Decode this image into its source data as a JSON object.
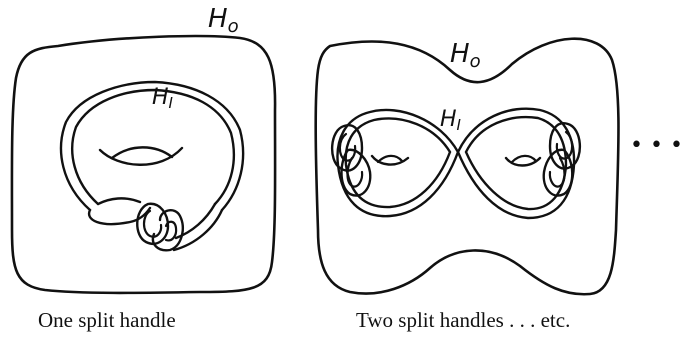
{
  "left_panel": {
    "outer_label": "H",
    "outer_label_sub": "o",
    "inner_label": "H",
    "inner_label_sub": "I",
    "caption": "One split handle"
  },
  "right_panel": {
    "outer_label": "H",
    "outer_label_sub": "o",
    "inner_label": "H",
    "inner_label_sub": "I",
    "caption": "Two split handles . . . etc.",
    "ellipsis": "• • •"
  }
}
